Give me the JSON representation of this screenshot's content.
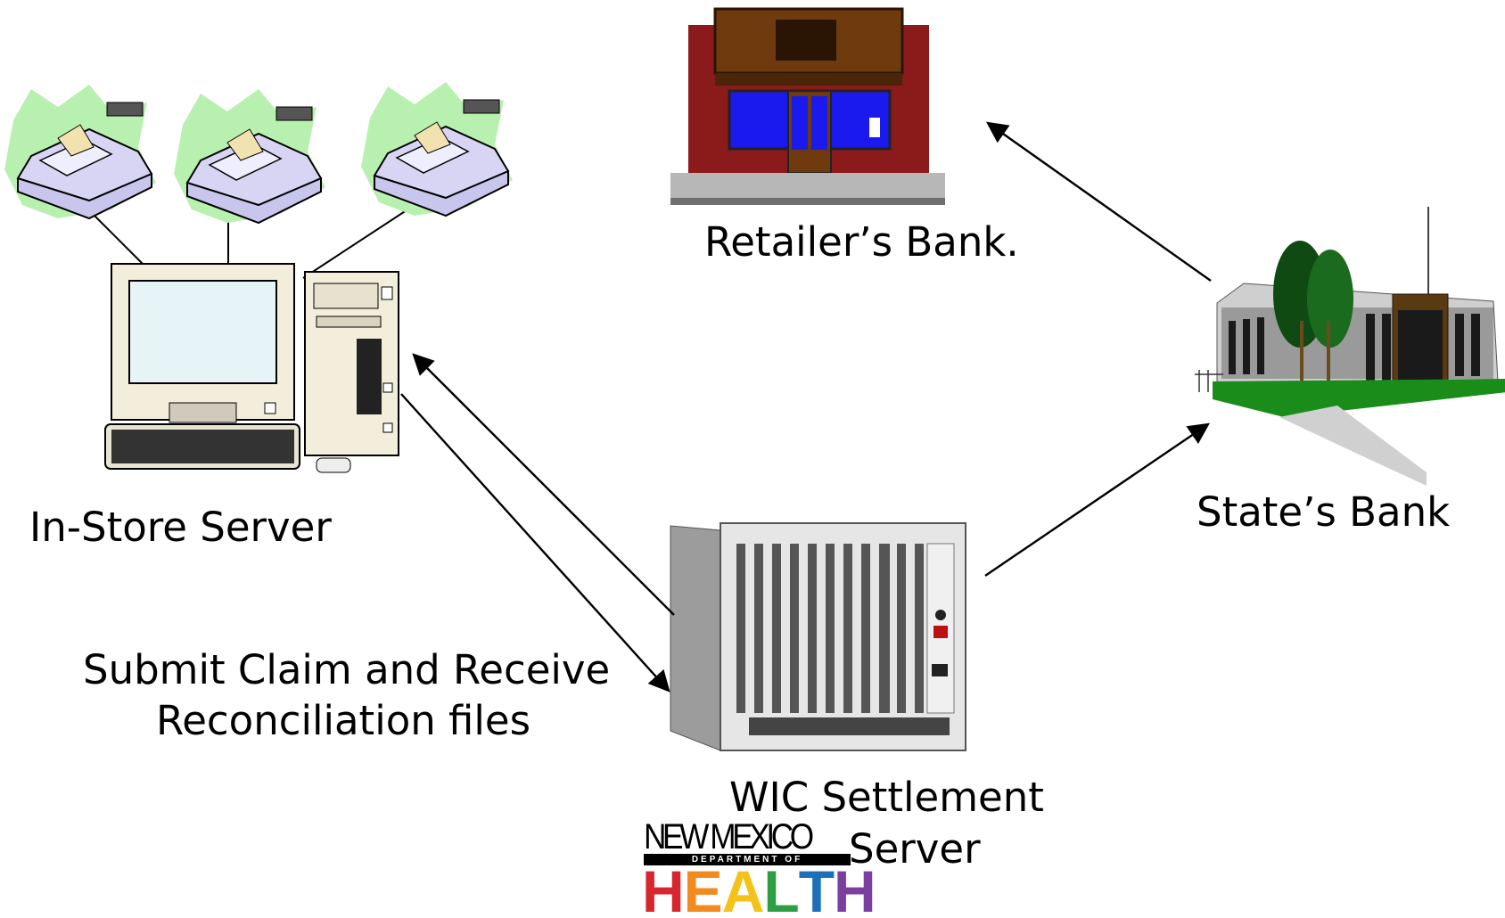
{
  "labels": {
    "retailers_bank": "Retailer’s Bank.",
    "in_store_server": "In-Store Server",
    "states_bank": "State’s Bank",
    "submit_line1": "Submit Claim and Receive",
    "submit_line2": "Reconciliation files",
    "wic_line1": "WIC Settlement",
    "wic_line2": "Server"
  },
  "logo": {
    "top": "NEW MEXICO",
    "band": "DEPARTMENT OF",
    "word": [
      "H",
      "E",
      "A",
      "L",
      "T",
      "H"
    ],
    "word_colors": [
      "#d7262e",
      "#f28a1d",
      "#f4c21a",
      "#2f9e44",
      "#1d6fb8",
      "#7b3fa0"
    ]
  },
  "colors": {
    "arrow": "#000000",
    "cash_register": "#c9c6ee",
    "burst": "#b8f0b0",
    "brick": "#8b1a1a",
    "window": "#1a1aee",
    "grass": "#1a8c1a"
  }
}
